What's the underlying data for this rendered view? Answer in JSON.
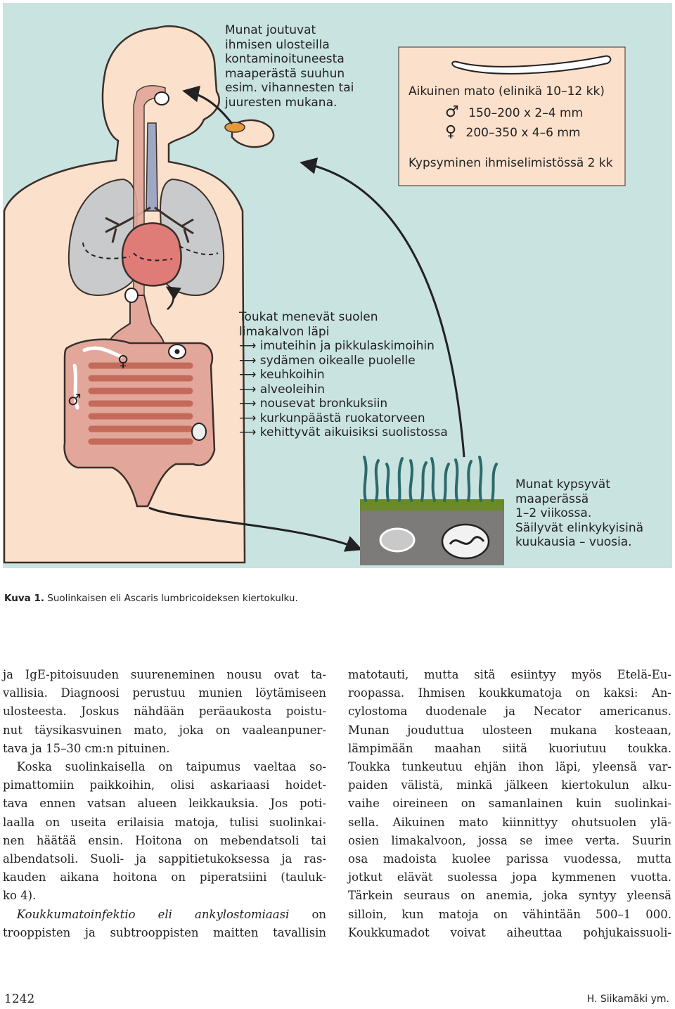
{
  "figure": {
    "infobox": {
      "title": "Aikuinen mato (elinikä 10–12 kk)",
      "male_symbol": "♂",
      "male_size": "150–200 x 2–4 mm",
      "female_symbol": "♀",
      "female_size": "200–350 x 4–6 mm",
      "maturation": "Kypsyminen ihmiselimistössä 2 kk"
    },
    "ingestion_lines": [
      "Munat joutuvat",
      "ihmisen ulosteilla",
      "kontaminoituneesta",
      "maaperästä suuhun",
      "esim. vihannesten tai",
      "juuresten mukana."
    ],
    "migration_title": [
      "Toukat menevät suolen",
      "limakalvon läpi"
    ],
    "migration_steps": [
      "imuteihin ja pikkulaskimoihin",
      "sydämen oikealle puolelle",
      "keuhkoihin",
      "alveoleihin",
      "nousevat bronkuksiin",
      "kurkunpäästä ruokatorveen",
      "kehittyvät aikuisiksi suolistossa"
    ],
    "soil_lines": [
      "Munat kypsyvät",
      "maaperässä",
      "1–2 viikossa.",
      "Säilyvät elinkykyisinä",
      "kuukausia – vuosia."
    ],
    "gut_female_symbol": "♀",
    "gut_male_symbol": "♂",
    "colors": {
      "background_panel": "#c9e3e1",
      "body_skin": "#fbe0cc",
      "lung": "#c9cacb",
      "heart": "#e07c78",
      "intestine": "#e2a79a",
      "airway": "#9ea8c3"
    }
  },
  "caption": {
    "label": "Kuva 1.",
    "text": "Suolinkaisen eli Ascaris lumbricoideksen kiertokulku."
  },
  "body": {
    "left_column": [
      "ja IgE-pitoisuuden suureneminen nousu ovat ta-",
      "vallisia. Diagnoosi perustuu munien löytämiseen",
      "ulosteesta. Joskus nähdään peräaukosta poistu-",
      "nut täysikasvuinen mato, joka on vaaleanpuner-",
      "tava ja 15–30 cm:n pituinen.",
      "Koska suolinkaisella on taipumus vaeltaa so-",
      "pimattomiin paikkoihin, olisi askariaasi hoidet-",
      "tava ennen vatsan alueen leikkauksia. Jos poti-",
      "laalla on useita erilaisia matoja, tulisi suolinkai-",
      "nen häätää ensin. Hoitona on mebendatsoli tai",
      "albendatsoli. Suoli- ja sappitietukoksessa ja ras-",
      "kauden aikana hoitona on piperatsiini (tauluk-",
      "ko 4).",
      "on",
      "trooppisten ja subtrooppisten maitten tavallisin"
    ],
    "left_italic": "Koukkumatoinfektio eli ankylostomiaasi",
    "right_column": [
      "matotauti, mutta sitä esiintyy myös Etelä-Eu-",
      "roopassa. Ihmisen koukkumatoja on kaksi: An-",
      "cylostoma duodenale ja Necator americanus.",
      "Munan jouduttua ulosteen mukana kosteaan,",
      "lämpimään maahan siitä kuoriutuu toukka.",
      "Toukka tunkeutuu ehjän ihon läpi, yleensä var-",
      "paiden välistä, minkä jälkeen kiertokulun alku-",
      "vaihe oireineen on samanlainen kuin suolinkai-",
      "sella. Aikuinen mato kiinnittyy ohutsuolen ylä-",
      "osien limakalvoon, jossa se imee verta. Suurin",
      "osa madoista kuolee parissa vuodessa, mutta",
      "jotkut elävät suolessa jopa kymmenen vuotta.",
      "Tärkein seuraus on anemia, joka syntyy yleensä",
      "silloin, kun matoja on vähintään 500–1 000.",
      "Koukkumadot voivat aiheuttaa pohjukaissuoli-"
    ]
  },
  "footer": {
    "page_number": "1242",
    "author": "H. Siikamäki ym."
  }
}
